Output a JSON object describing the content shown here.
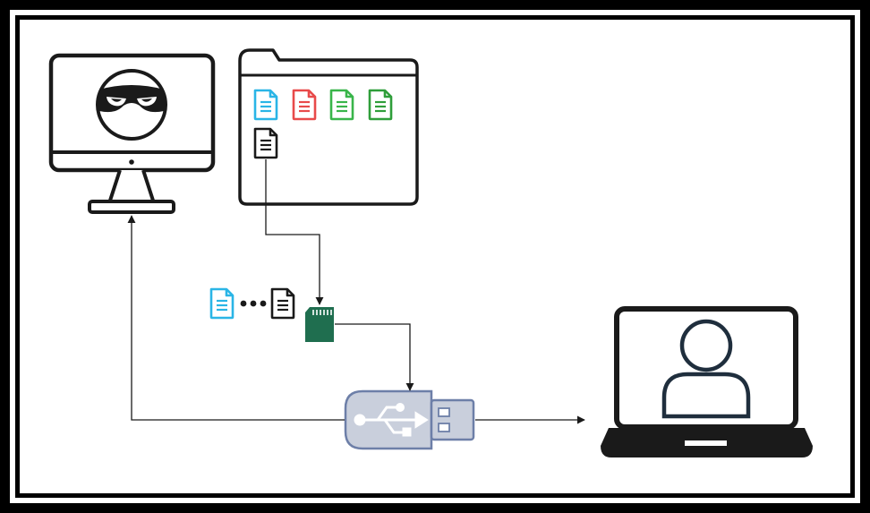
{
  "figure": {
    "frame_color": "#000000",
    "canvas_color": "#ffffff"
  },
  "nodes": {
    "attacker": {
      "icon": "monitor-hacker-icon"
    },
    "folder": {
      "icon": "folder-icon",
      "file_colors": [
        "#2ab5e6",
        "#e84a4a",
        "#39b54a",
        "#2f9e3a",
        "#1a1a1a"
      ]
    },
    "sd_card": {
      "icon": "sd-card-icon",
      "color": "#1f6e4f"
    },
    "usb": {
      "icon": "usb-drive-icon",
      "color": "#c9cfdc",
      "stroke": "#6d7fa8"
    },
    "victim": {
      "icon": "laptop-user-icon"
    },
    "fragments": {
      "icon": "file-fragments-icon",
      "colors": [
        "#2ab5e6",
        "#1a1a1a"
      ]
    }
  },
  "edges": [
    {
      "id": "folder-to-sd",
      "from": "folder",
      "to": "sd_card"
    },
    {
      "id": "sd-to-usb",
      "from": "sd_card",
      "to": "usb"
    },
    {
      "id": "usb-to-laptop",
      "from": "usb",
      "to": "victim"
    },
    {
      "id": "usb-to-attacker",
      "from": "usb",
      "to": "attacker"
    }
  ]
}
